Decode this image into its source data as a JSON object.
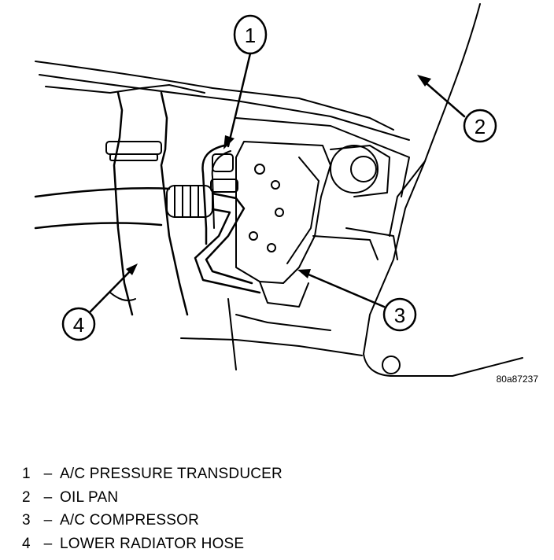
{
  "figure_id": "80a87237",
  "callouts": [
    {
      "number": "1",
      "label": "A/C PRESSURE TRANSDUCER"
    },
    {
      "number": "2",
      "label": "OIL PAN"
    },
    {
      "number": "3",
      "label": "A/C COMPRESSOR"
    },
    {
      "number": "4",
      "label": "LOWER RADIATOR HOSE"
    }
  ],
  "separator": "–"
}
